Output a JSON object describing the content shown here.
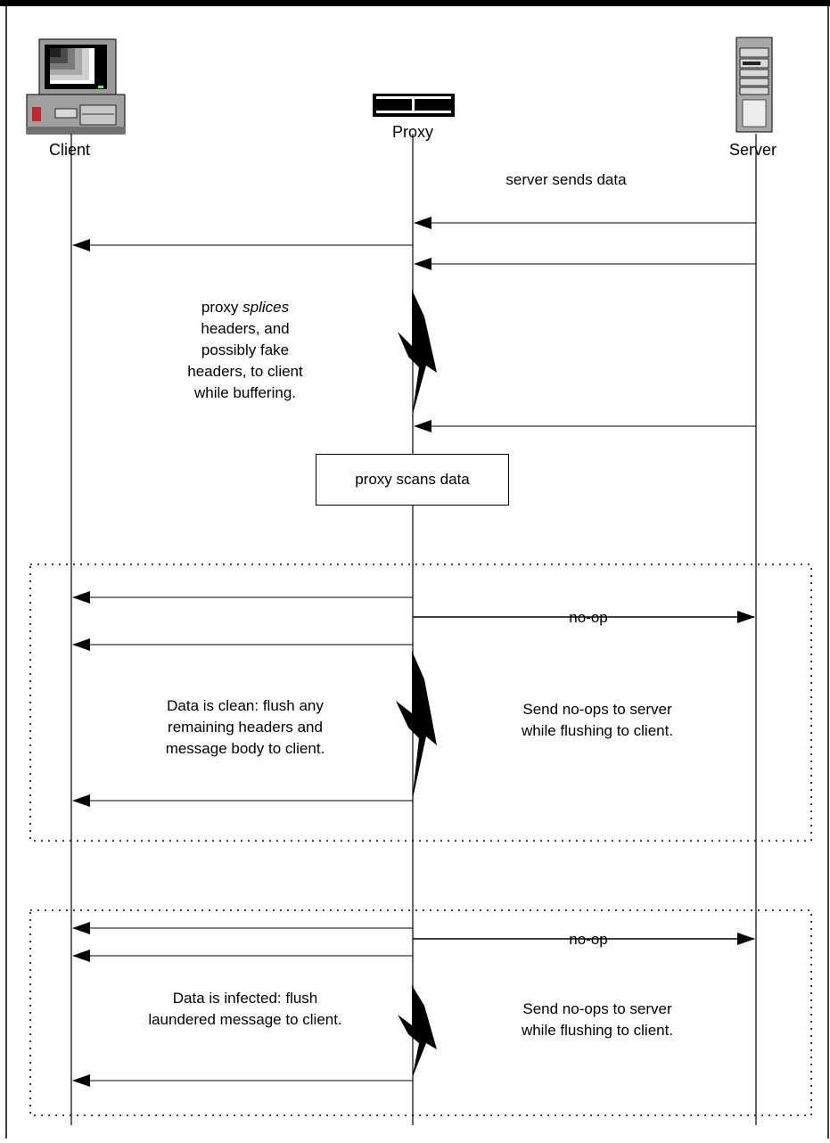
{
  "actors": {
    "client": "Client",
    "proxy": "Proxy",
    "server": "Server"
  },
  "messages": {
    "server_sends": "server sends data",
    "noop_1": "no-op",
    "noop_2": "no-op"
  },
  "notes": {
    "splice": {
      "line1_prefix": "proxy ",
      "line1_italic": "splices",
      "line2": "headers, and",
      "line3": "possibly fake",
      "line4": "headers, to client",
      "line5": "while buffering."
    },
    "scan": "proxy scans data",
    "clean_left": [
      "Data is clean: flush  any",
      "remaining headers and",
      "message body to client."
    ],
    "clean_right": [
      "Send no-ops to server",
      "while flushing to client."
    ],
    "infected_left": [
      "Data is infected: flush",
      "laundered message to client."
    ],
    "infected_right": [
      "Send no-ops to server",
      "while flushing to client."
    ]
  },
  "icons": {
    "client": "desktop-computer-icon",
    "proxy": "proxy-appliance-icon",
    "server": "tower-server-icon",
    "activity": "lightning-bolt-icon"
  },
  "colors": {
    "line": "#000000",
    "background": "#ffffff"
  }
}
